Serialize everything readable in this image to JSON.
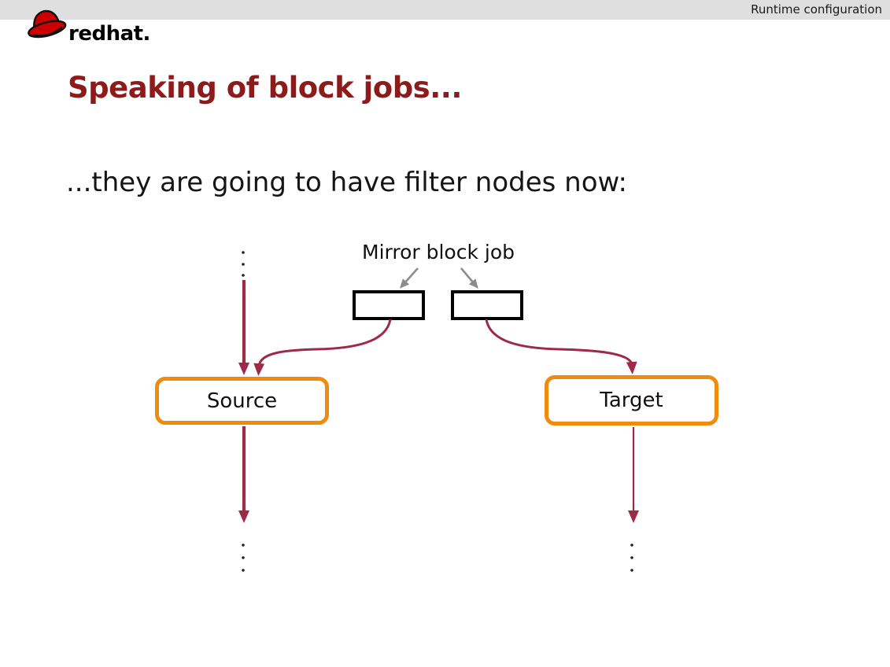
{
  "colors": {
    "header_band": "#dfdfdf",
    "header_text": "#1a1a1a",
    "title_red": "#8e1b1b",
    "arrow_maroon": "#9e2a49",
    "node_orange": "#ef8c10",
    "gray_arrow": "#8c8c8c",
    "box_black": "#000000",
    "logo_red": "#cc0000"
  },
  "header": {
    "context_label": "Runtime configuration",
    "logo_red_text": "red",
    "logo_hat_text": "hat."
  },
  "slide": {
    "title": "Speaking of block jobs...",
    "subtitle": "...they are going to have filter nodes now:"
  },
  "diagram": {
    "job_label": "Mirror block job",
    "source_label": "Source",
    "target_label": "Target"
  }
}
